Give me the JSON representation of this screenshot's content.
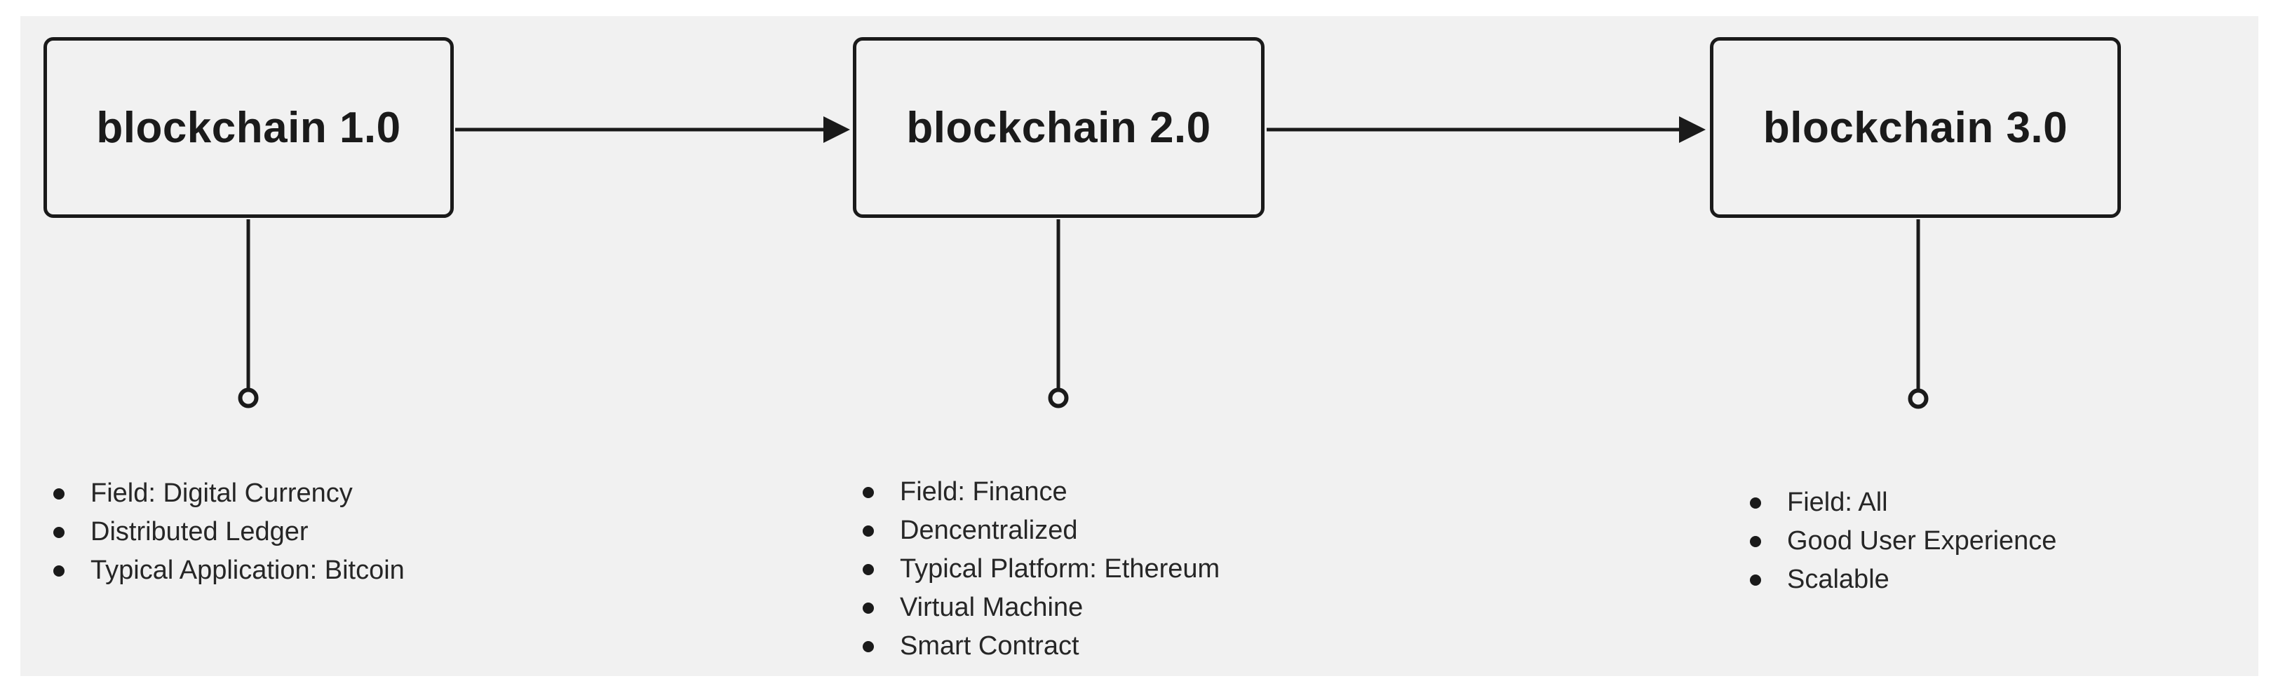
{
  "diagram": {
    "type": "flowchart-evolution",
    "nodes": [
      {
        "title": "blockchain 1.0",
        "details": [
          "Field: Digital Currency",
          "Distributed Ledger",
          "Typical Application: Bitcoin"
        ]
      },
      {
        "title": "blockchain 2.0",
        "details": [
          "Field: Finance",
          "Dencentralized",
          "Typical Platform: Ethereum",
          "Virtual Machine",
          "Smart Contract"
        ]
      },
      {
        "title": "blockchain 3.0",
        "details": [
          "Field: All",
          "Good User Experience",
          "Scalable"
        ]
      }
    ],
    "edges": [
      {
        "from": "blockchain 1.0",
        "to": "blockchain 2.0",
        "style": "arrow"
      },
      {
        "from": "blockchain 2.0",
        "to": "blockchain 3.0",
        "style": "arrow"
      }
    ],
    "colors": {
      "page_bg": "#ffffff",
      "canvas_bg": "#f1f1f1",
      "stroke": "#1a1a1a",
      "title_text": "#1a1a1a",
      "detail_text": "#262626"
    }
  }
}
